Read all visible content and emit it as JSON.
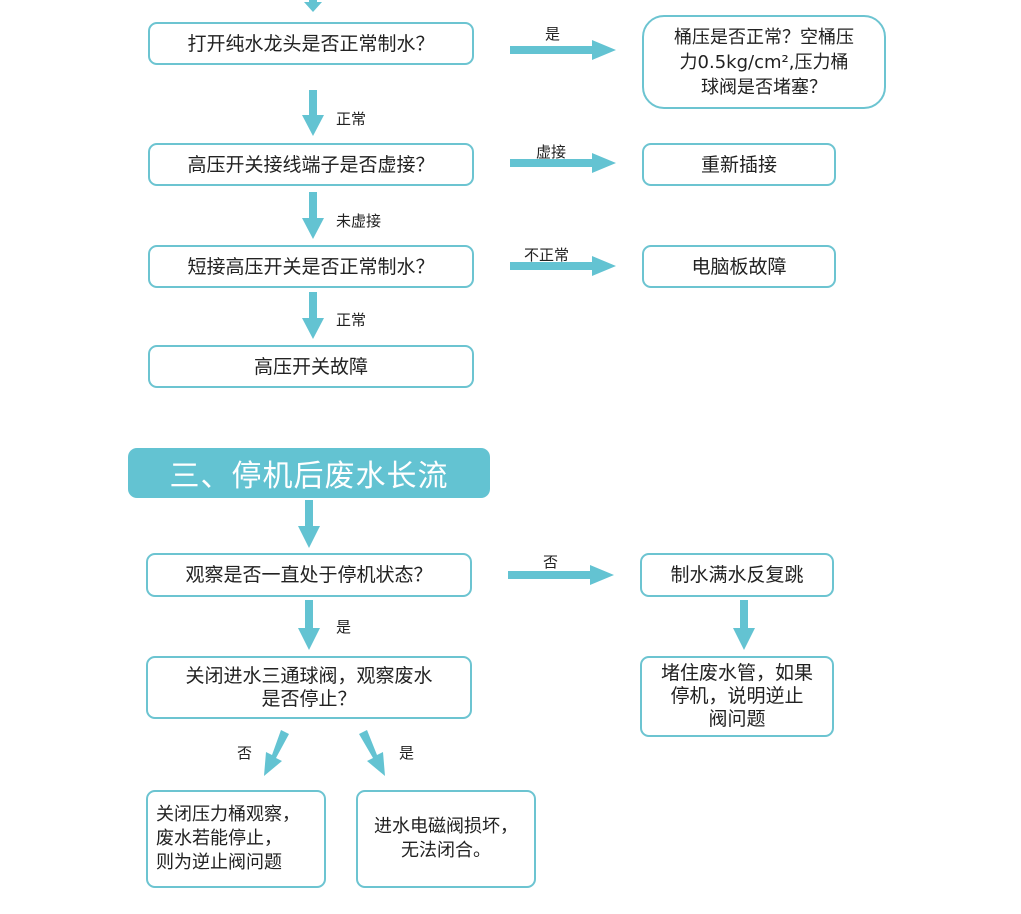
{
  "colors": {
    "accent": "#63c3d2",
    "border": "#6cc4d1"
  },
  "section1": {
    "q1": "打开纯水龙头是否正常制水？",
    "q1_yes_label": "是",
    "q1_yes_result": "桶压是否正常？空桶压\n力0.5kg/cm²,压力桶\n球阀是否堵塞？",
    "q1_normal_label": "正常",
    "q2": "高压开关接线端子是否虚接？",
    "q2_loose_label": "虚接",
    "q2_loose_result": "重新插接",
    "q2_not_loose_label": "未虚接",
    "q3": "短接高压开关是否正常制水？",
    "q3_abnormal_label": "不正常",
    "q3_abnormal_result": "电脑板故障",
    "q3_normal_label": "正常",
    "q3_normal_result": "高压开关故障"
  },
  "section3": {
    "title": "三、停机后废水长流",
    "q1": "观察是否一直处于停机状态？",
    "q1_no_label": "否",
    "q1_no_result": "制水满水反复跳",
    "q1_no_next": "堵住废水管，如果\n停机，说明逆止\n阀问题",
    "q1_yes_label": "是",
    "q2": "关闭进水三通球阀，观察废水\n是否停止？",
    "q2_no_label": "否",
    "q2_no_result": "关闭压力桶观察，\n废水若能停止，\n则为逆止阀问题",
    "q2_yes_label": "是",
    "q2_yes_result": "进水电磁阀损坏，\n无法闭合。"
  }
}
